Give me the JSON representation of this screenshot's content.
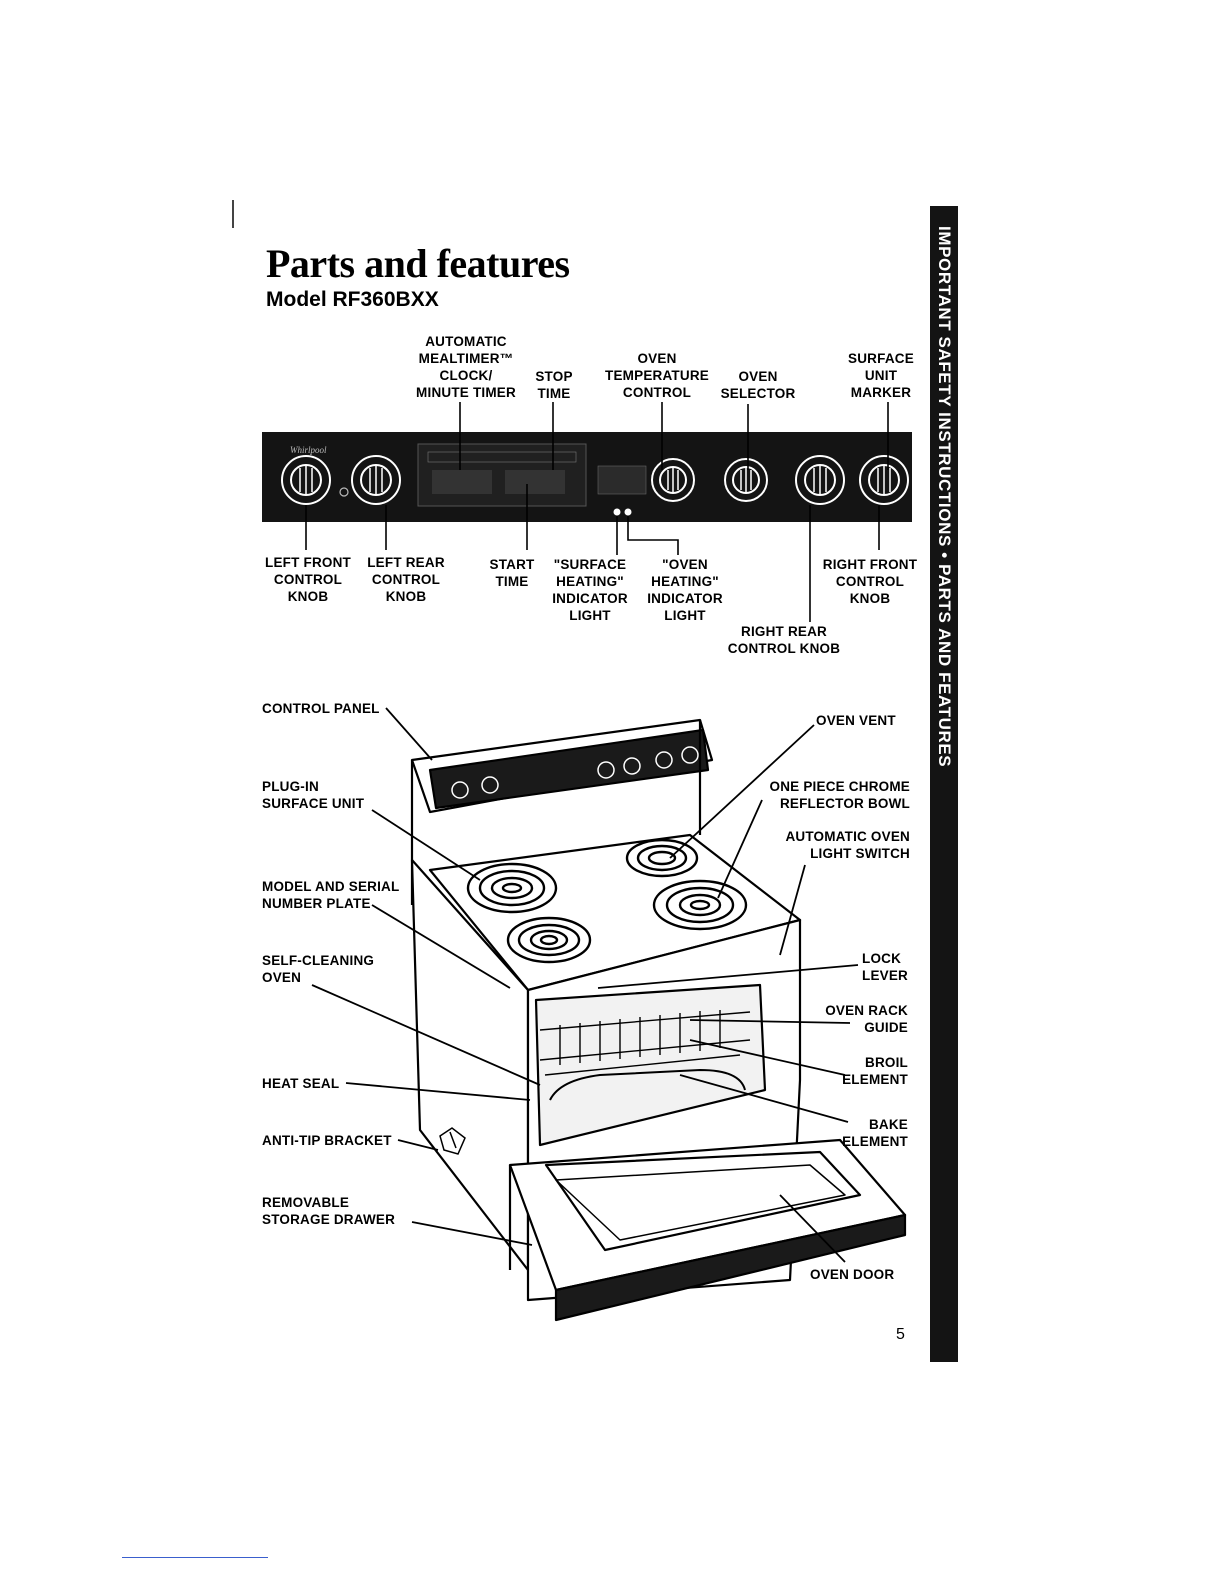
{
  "page": {
    "title": "Parts and features",
    "subtitle": "Model RF360BXX",
    "page_number": "5",
    "sidebar_text": "IMPORTANT SAFETY INSTRUCTIONS • PARTS AND FEATURES"
  },
  "panel_labels": {
    "mealtimer": "AUTOMATIC\nMEALTIMER™\nCLOCK/\nMINUTE TIMER",
    "stop_time": "STOP\nTIME",
    "oven_temp": "OVEN\nTEMPERATURE\nCONTROL",
    "oven_selector": "OVEN\nSELECTOR",
    "surface_marker": "SURFACE\nUNIT\nMARKER",
    "left_front": "LEFT FRONT\nCONTROL\nKNOB",
    "left_rear": "LEFT REAR\nCONTROL\nKNOB",
    "start_time": "START\nTIME",
    "surface_heating": "\"SURFACE\nHEATING\"\nINDICATOR\nLIGHT",
    "oven_heating": "\"OVEN\nHEATING\"\nINDICATOR\nLIGHT",
    "right_front": "RIGHT FRONT\nCONTROL\nKNOB",
    "right_rear": "RIGHT REAR\nCONTROL KNOB"
  },
  "range_labels": {
    "control_panel": "CONTROL PANEL",
    "plug_in": "PLUG-IN\nSURFACE UNIT",
    "model_serial": "MODEL AND SERIAL\nNUMBER PLATE",
    "self_cleaning": "SELF-CLEANING\nOVEN",
    "heat_seal": "HEAT SEAL",
    "anti_tip": "ANTI-TIP BRACKET",
    "storage_drawer": "REMOVABLE\nSTORAGE DRAWER",
    "oven_vent": "OVEN VENT",
    "reflector_bowl": "ONE PIECE CHROME\nREFLECTOR BOWL",
    "light_switch": "AUTOMATIC OVEN\nLIGHT SWITCH",
    "lock_lever": "LOCK\nLEVER",
    "rack_guide": "OVEN RACK\nGUIDE",
    "broil": "BROIL\nELEMENT",
    "bake": "BAKE\nELEMENT",
    "oven_door": "OVEN DOOR"
  },
  "brand_logo": "Whirlpool",
  "colors": {
    "panel": "#141414",
    "sidebar": "#141414",
    "footer_rule": "#3a5fcd"
  }
}
